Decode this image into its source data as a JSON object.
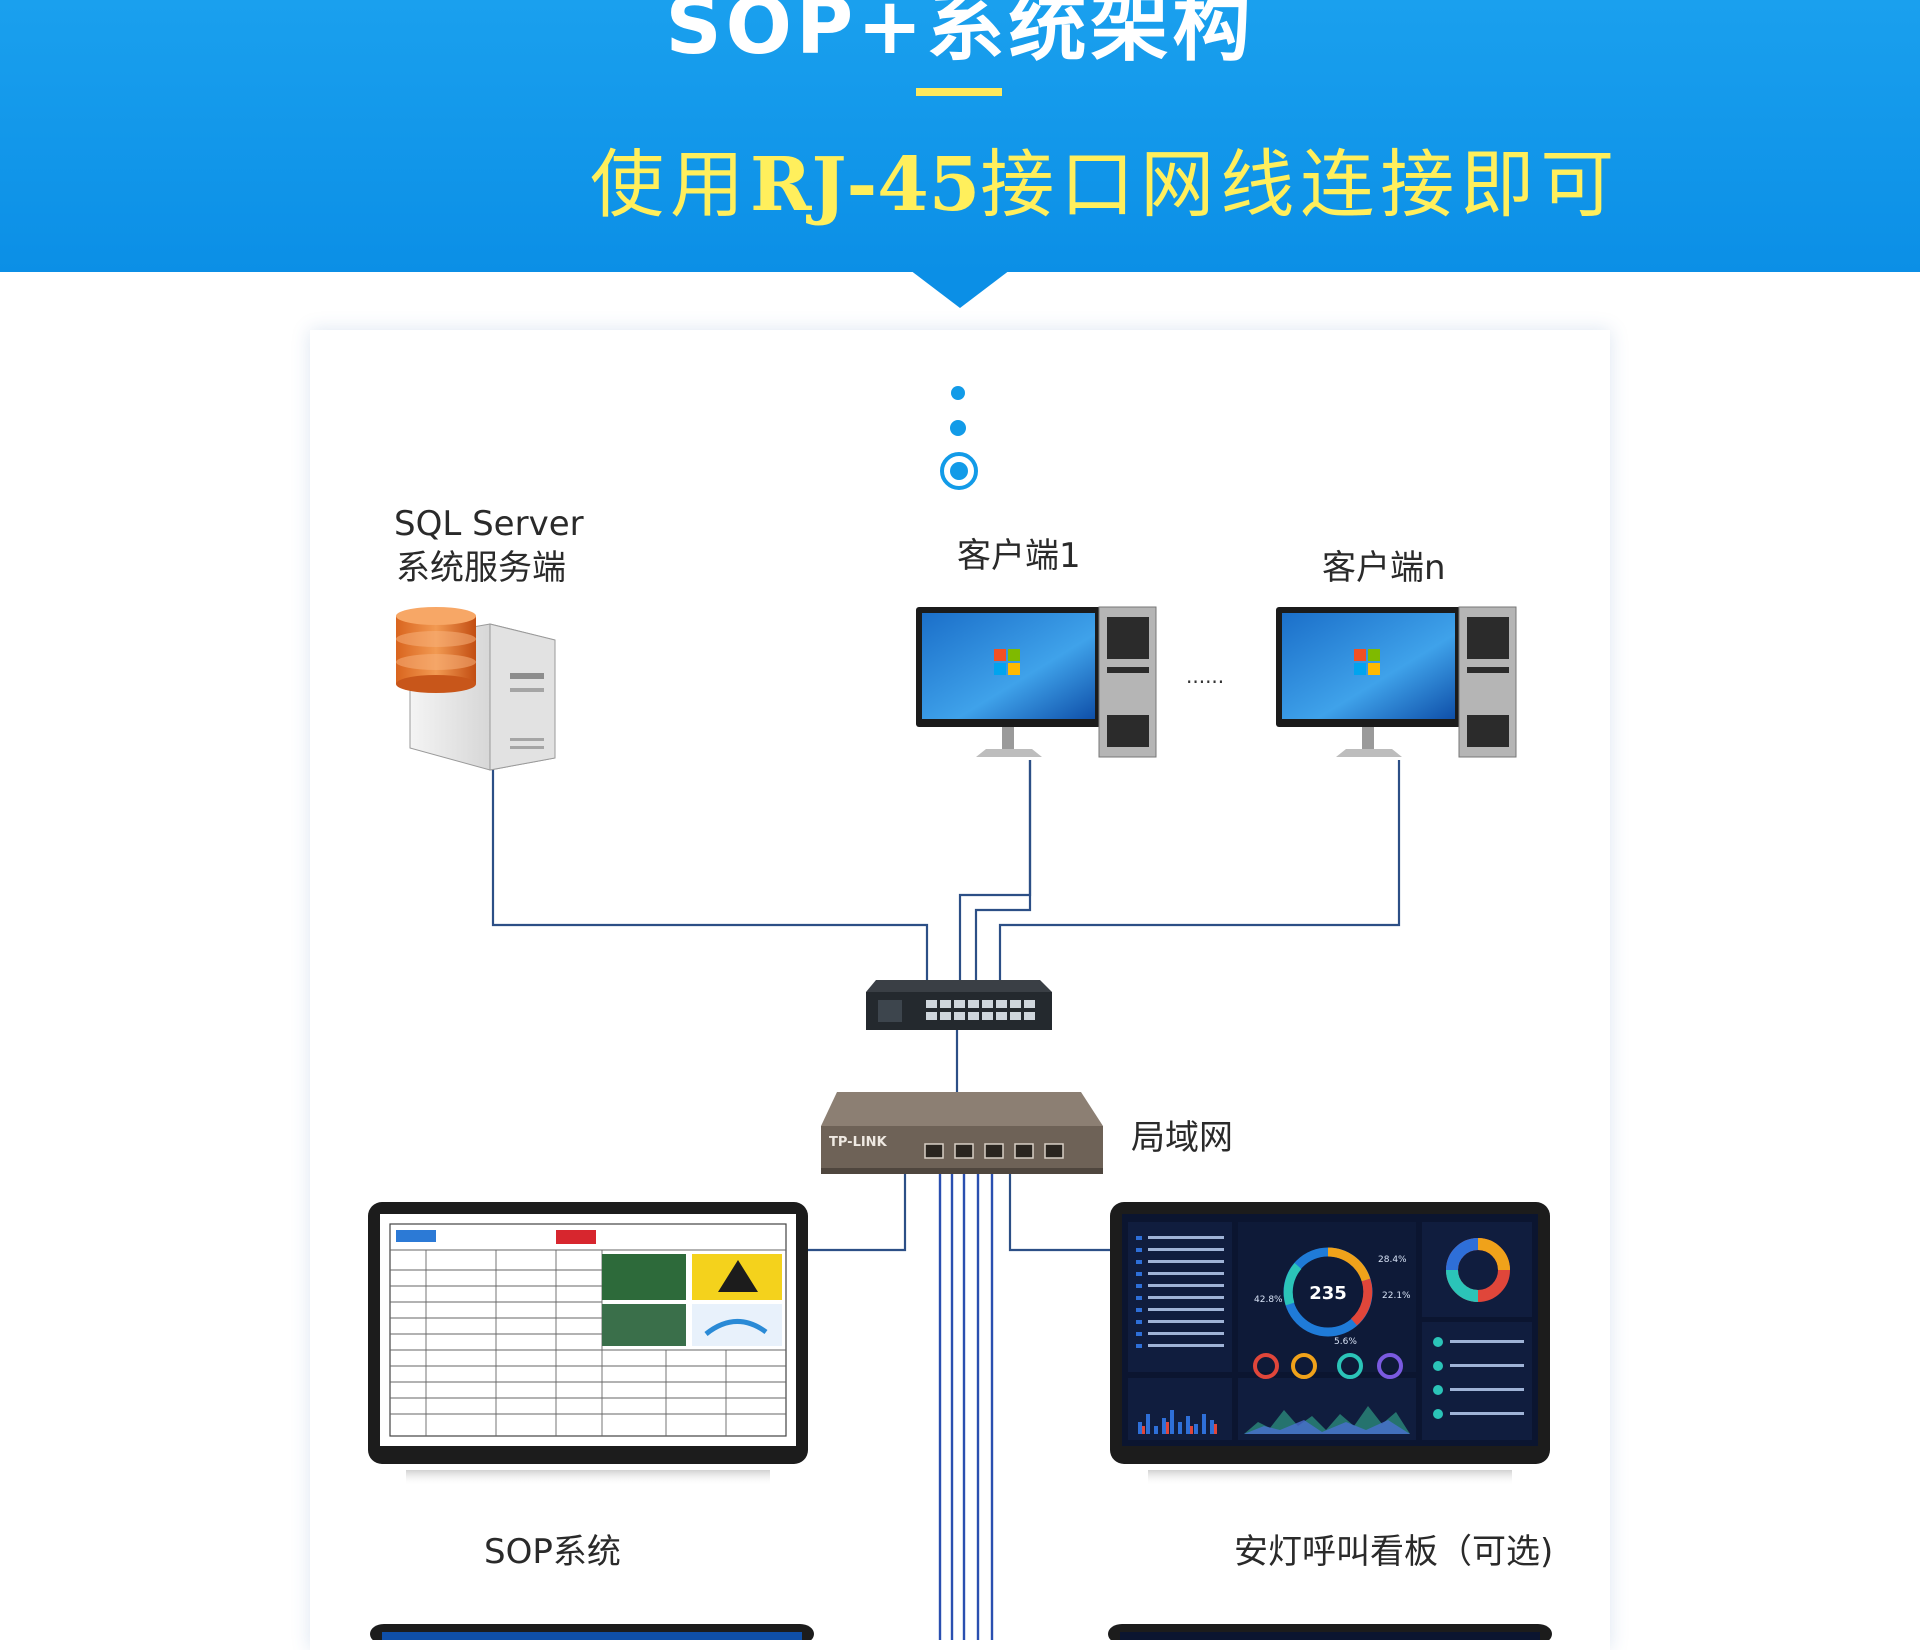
{
  "header": {
    "title": "SOP+系统架构",
    "subtitle_prefix": "使用",
    "subtitle_bold": "RJ-45",
    "subtitle_suffix": "接口网线连接即可"
  },
  "diagram": {
    "sql_label_line1": "SQL Server",
    "sql_label_line2": "系统服务端",
    "client1_label": "客户端1",
    "clientn_label": "客户端n",
    "ellipsis": "......",
    "lan_label": "局域网",
    "sop_label": "SOP系统",
    "andon_label": "安灯呼叫看板（可选)",
    "switch_brand": "TP-LINK",
    "dashboard_value": "235",
    "dashboard_pct_left": "42.8%",
    "dashboard_pct_right1": "28.4%",
    "dashboard_pct_right2": "22.1%",
    "dashboard_pct_bottom": "5.6%"
  },
  "colors": {
    "banner": "#0b8fe6",
    "accent_yellow": "#ffe95c",
    "connector": "#2c4f86",
    "dot": "#129be8"
  }
}
